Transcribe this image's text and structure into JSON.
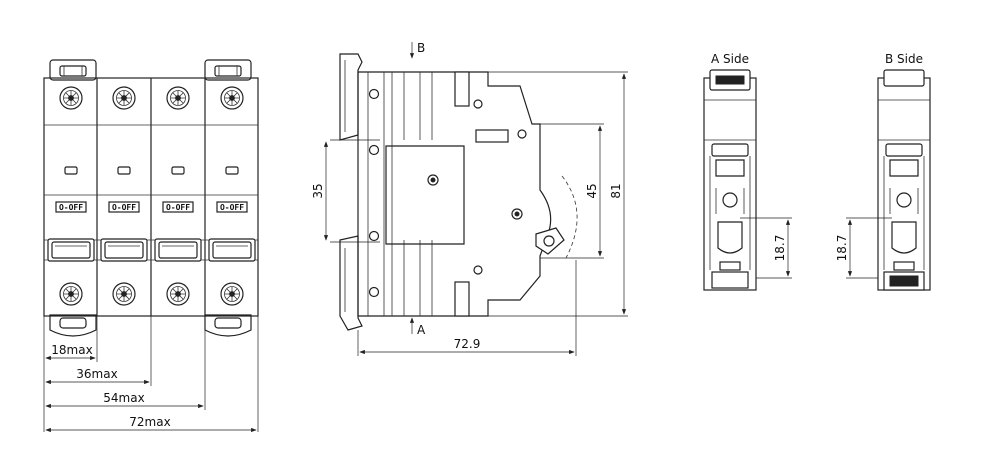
{
  "front_view": {
    "switch_label": "O-OFF",
    "dims": [
      "18max",
      "36max",
      "54max",
      "72max"
    ]
  },
  "side_view": {
    "arrow_a": "A",
    "arrow_b": "B",
    "dim_35": "35",
    "dim_45": "45",
    "dim_81": "81",
    "dim_72_9": "72.9"
  },
  "a_side": {
    "title": "A Side",
    "dim": "18.7"
  },
  "b_side": {
    "title": "B Side",
    "dim": "18.7"
  }
}
